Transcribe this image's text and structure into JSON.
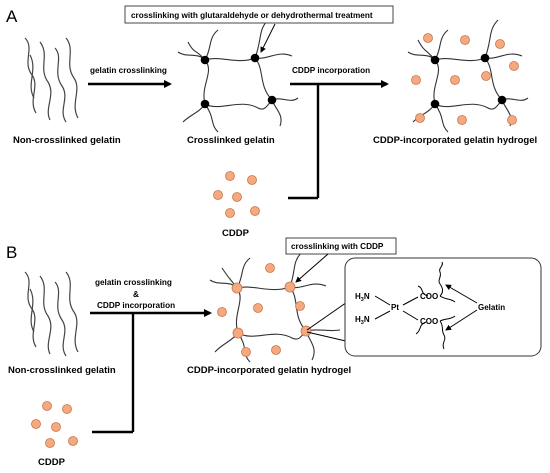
{
  "panel_a": {
    "letter": "A",
    "callout": "crosslinking with glutaraldehyde or dehydrothermal treatment",
    "arrow1_label": "gelatin crosslinking",
    "arrow2_label": "CDDP incorporation",
    "label_noncrosslinked": "Non-crosslinked gelatin",
    "label_crosslinked": "Crosslinked gelatin",
    "label_hydrogel": "CDDP-incorporated gelatin hydrogel",
    "label_cddp": "CDDP"
  },
  "panel_b": {
    "letter": "B",
    "arrow_label_1": "gelatin crosslinking",
    "arrow_label_2": "&",
    "arrow_label_3": "CDDP incorporation",
    "callout": "crosslinking with CDDP",
    "label_noncrosslinked": "Non-crosslinked gelatin",
    "label_hydrogel": "CDDP-incorporated gelatin hydrogel",
    "label_cddp": "CDDP",
    "chem": {
      "h3n_1": "H",
      "h3n_1_sub": "3",
      "h3n_1_n": "N",
      "h3n_2": "H",
      "h3n_2_sub": "3",
      "h3n_2_n": "N",
      "pt": "Pt",
      "coo_1": "COO",
      "coo_2": "COO",
      "gelatin": "Gelatin"
    }
  },
  "colors": {
    "cddp_fill": "#f4a97f",
    "cddp_stroke": "#c9764c",
    "crosslink_node": "#000000"
  }
}
